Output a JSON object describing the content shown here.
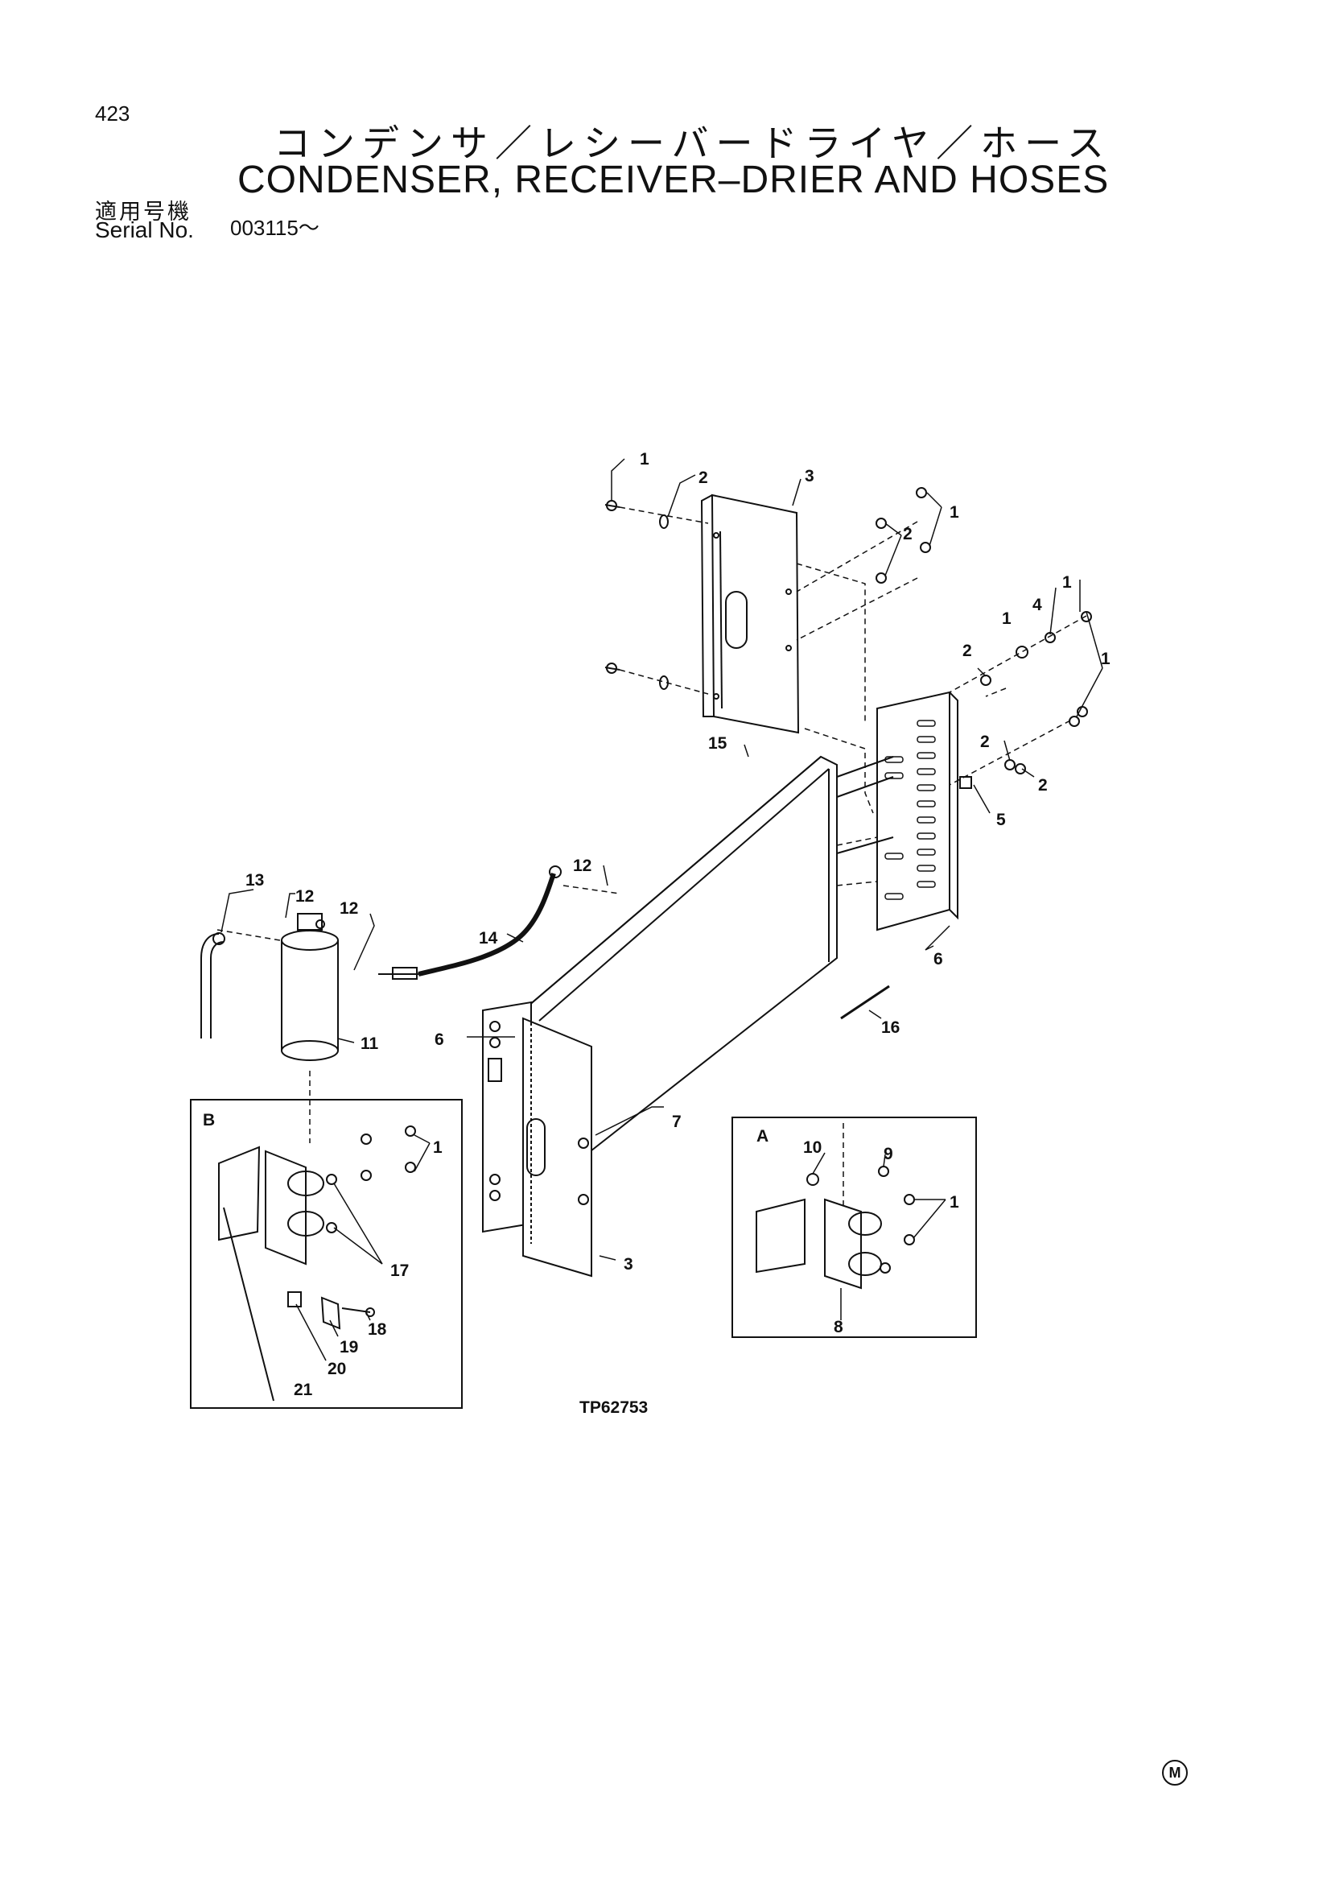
{
  "page_number": "423",
  "title_jp": "コンデンサ／レシーバードライヤ／ホース",
  "title_en": "CONDENSER, RECEIVER–DRIER AND HOSES",
  "serial_label_jp": "適用号機",
  "serial_label_en": "Serial No.",
  "serial_value": "003115～",
  "figure_code": "TP62753",
  "inset_labels": {
    "b": "B",
    "a": "A"
  },
  "callouts": {
    "c1a": "1",
    "c2a": "2",
    "c3a": "3",
    "c1b": "1",
    "c2b": "2",
    "c1c": "1",
    "c4": "4",
    "c1d": "1",
    "c2c": "2",
    "c1e": "1",
    "c2d": "2",
    "c2e": "2",
    "c5": "5",
    "c15": "15",
    "c6a": "6",
    "c12a": "12",
    "c13": "13",
    "c12b": "12",
    "c12c": "12",
    "c14": "14",
    "c11": "11",
    "c16": "16",
    "c6b": "6",
    "c7": "7",
    "c3b": "3",
    "c1f": "1",
    "c17": "17",
    "c18": "18",
    "c19": "19",
    "c20": "20",
    "c21": "21",
    "c10": "10",
    "c9": "9",
    "c1g": "1",
    "c8": "8"
  },
  "maker_mark": "M"
}
